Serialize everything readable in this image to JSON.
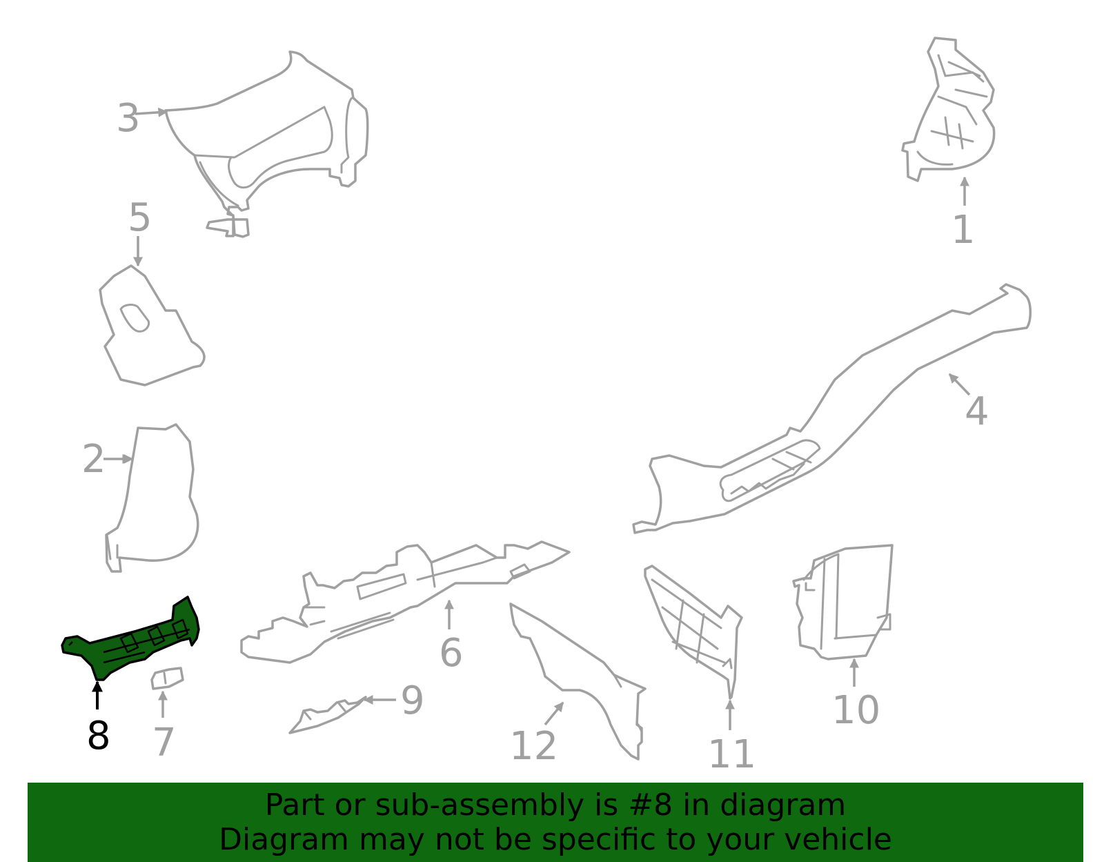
{
  "diagram": {
    "highlight_color": "#0f6a0f",
    "part_stroke_color": "#a0a0a0",
    "callouts": [
      {
        "id": "1",
        "label": "1",
        "highlighted": false
      },
      {
        "id": "2",
        "label": "2",
        "highlighted": false
      },
      {
        "id": "3",
        "label": "3",
        "highlighted": false
      },
      {
        "id": "4",
        "label": "4",
        "highlighted": false
      },
      {
        "id": "5",
        "label": "5",
        "highlighted": false
      },
      {
        "id": "6",
        "label": "6",
        "highlighted": false
      },
      {
        "id": "7",
        "label": "7",
        "highlighted": false
      },
      {
        "id": "8",
        "label": "8",
        "highlighted": true
      },
      {
        "id": "9",
        "label": "9",
        "highlighted": false
      },
      {
        "id": "10",
        "label": "10",
        "highlighted": false
      },
      {
        "id": "11",
        "label": "11",
        "highlighted": false
      },
      {
        "id": "12",
        "label": "12",
        "highlighted": false
      }
    ]
  },
  "banner": {
    "line1": "Part or sub-assembly is #8 in diagram",
    "line2": "Diagram may not be specific to your vehicle",
    "background_color": "#0f6a0f"
  }
}
